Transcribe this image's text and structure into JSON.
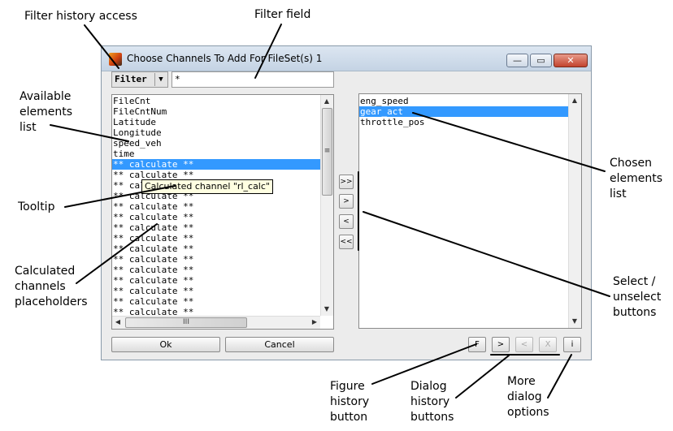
{
  "annotations": {
    "filter_history_access": "Filter history access",
    "filter_field": "Filter field",
    "available_elements_list": [
      "Available",
      "elements",
      "list"
    ],
    "tooltip": "Tooltip",
    "calculated_channels_placeholders": [
      "Calculated",
      "channels",
      "placeholders"
    ],
    "chosen_elements_list": [
      "Chosen",
      "elements",
      "list"
    ],
    "select_unselect_buttons": [
      "Select /",
      "unselect",
      "buttons"
    ],
    "figure_history_button": [
      "Figure",
      "history",
      "button"
    ],
    "dialog_history_buttons": [
      "Dialog",
      "history",
      "buttons"
    ],
    "more_dialog_options": [
      "More",
      "dialog",
      "options"
    ]
  },
  "dialog": {
    "title": "Choose Channels To Add For FileSet(s) 1",
    "window_buttons": {
      "minimize": "—",
      "maximize": "▭",
      "close": "✕"
    },
    "filter_combo": {
      "value": "Filter",
      "arrow": "▼"
    },
    "filter_input": {
      "value": "*"
    },
    "available_list": {
      "items": [
        "FileCnt",
        "FileCntNum",
        "Latitude",
        "Longitude",
        "speed_veh",
        "time",
        "** calculate **",
        "** calculate **",
        "** calculate **",
        "** calculate **",
        "** calculate **",
        "** calculate **",
        "** calculate **",
        "** calculate **",
        "** calculate **",
        "** calculate **",
        "** calculate **",
        "** calculate **",
        "** calculate **",
        "** calculate **",
        "** calculate **"
      ],
      "selected_index": 6
    },
    "tooltip_text": "Calculated channel \"rl_calc\"",
    "scroll": {
      "up": "▲",
      "down": "▼",
      "left": "◀",
      "right": "▶",
      "grip_v": "≡",
      "grip_h": "III"
    },
    "move_buttons": {
      "add_all": ">>",
      "add": ">",
      "remove": "<",
      "remove_all": "<<"
    },
    "chosen_list": {
      "items": [
        "eng_speed",
        "gear_act",
        "throttle_pos"
      ],
      "selected_index": 1
    },
    "ok_label": "Ok",
    "cancel_label": "Cancel",
    "figure_history_label": "F",
    "history_forward_label": ">",
    "history_back_label": "<",
    "history_clear_label": "X",
    "info_label": "i"
  }
}
